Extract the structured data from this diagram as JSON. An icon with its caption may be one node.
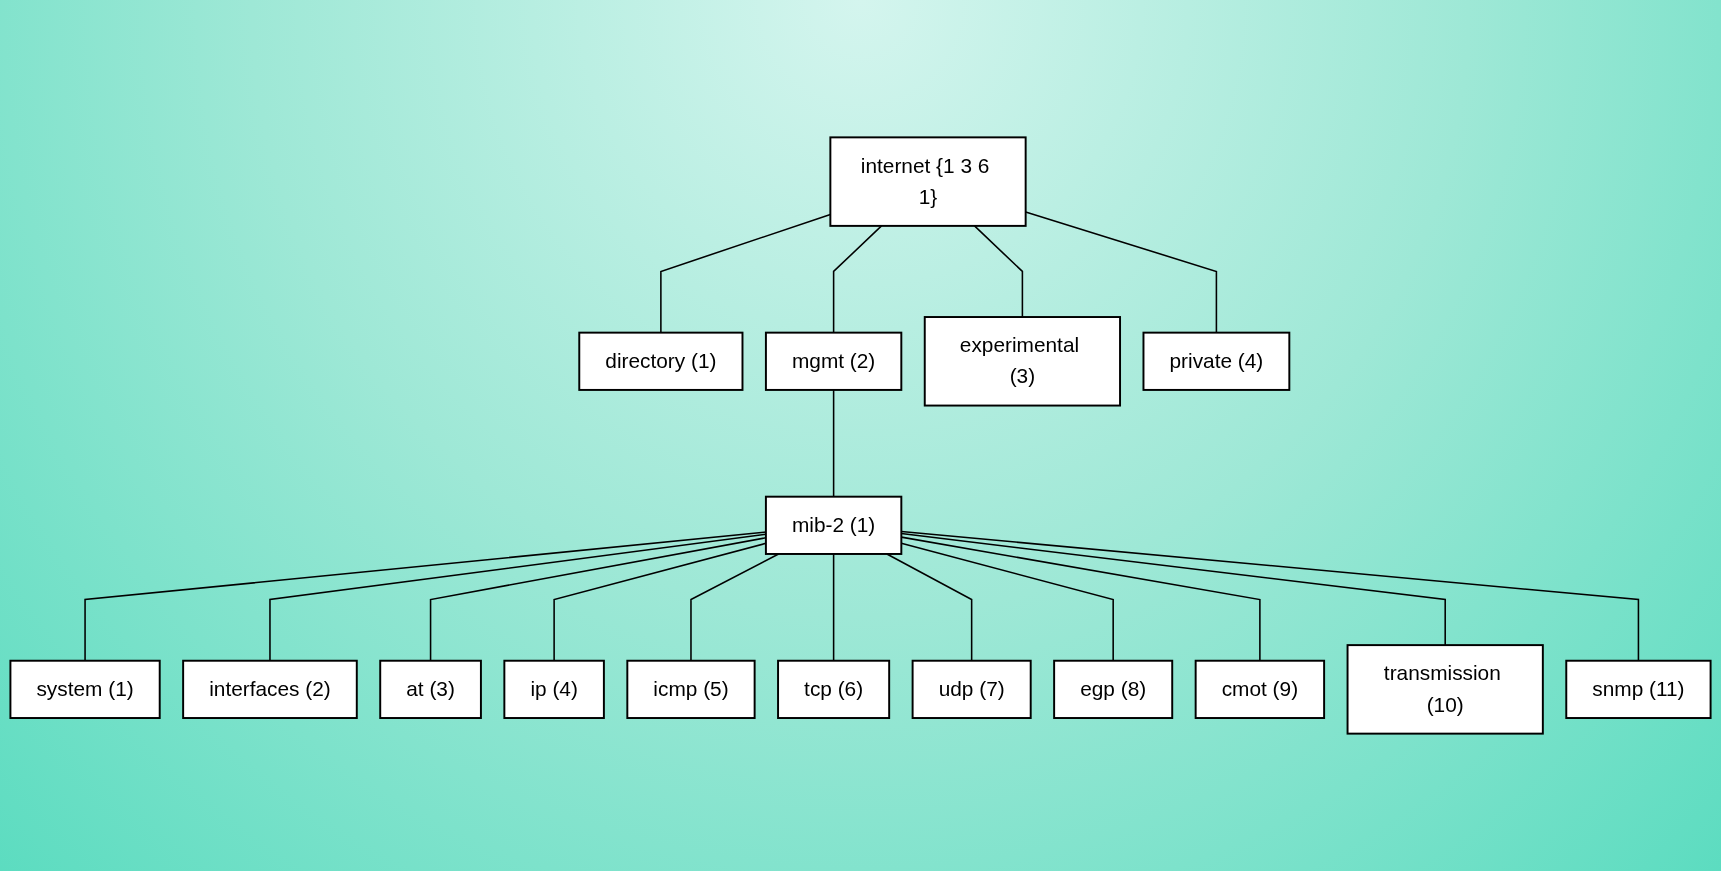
{
  "diagram": {
    "nodes": [
      {
        "text": [
          "internet {1 3 6 1}"
        ]
      },
      {
        "text": [
          "directory (1)"
        ]
      },
      {
        "text": [
          "mgmt (2)"
        ]
      },
      {
        "text": [
          "experimental (3)"
        ]
      },
      {
        "text": [
          "private (4)"
        ]
      },
      {
        "text": [
          "mib-2 (1)"
        ]
      },
      {
        "text": [
          "system (1)"
        ]
      },
      {
        "text": [
          "interfaces (2)"
        ]
      },
      {
        "text": [
          "at (3)"
        ]
      },
      {
        "text": [
          "ip (4)"
        ]
      },
      {
        "text": [
          "icmp (5)"
        ]
      },
      {
        "text": [
          "tcp (6)"
        ]
      },
      {
        "text": [
          "udp (7)"
        ]
      },
      {
        "text": [
          "egp (8)"
        ]
      },
      {
        "text": [
          "cmot (9)"
        ]
      },
      {
        "text": [
          "transmission (10)"
        ]
      },
      {
        "text": [
          "snmp (11)"
        ]
      }
    ],
    "edges": [
      {
        "from": 0,
        "to": 1,
        "arrow": "none"
      },
      {
        "from": 0,
        "to": 2,
        "arrow": "none"
      },
      {
        "from": 0,
        "to": 3,
        "arrow": "none"
      },
      {
        "from": 0,
        "to": 4,
        "arrow": "none"
      },
      {
        "from": 2,
        "to": 5,
        "arrow": "none"
      },
      {
        "from": 5,
        "to": 6,
        "arrow": "none"
      },
      {
        "from": 5,
        "to": 7,
        "arrow": "none"
      },
      {
        "from": 5,
        "to": 8,
        "arrow": "none"
      },
      {
        "from": 5,
        "to": 9,
        "arrow": "none"
      },
      {
        "from": 5,
        "to": 10,
        "arrow": "none"
      },
      {
        "from": 5,
        "to": 11,
        "arrow": "none"
      },
      {
        "from": 5,
        "to": 12,
        "arrow": "none"
      },
      {
        "from": 5,
        "to": 13,
        "arrow": "none"
      },
      {
        "from": 5,
        "to": 14,
        "arrow": "none"
      },
      {
        "from": 5,
        "to": 15,
        "arrow": "none"
      },
      {
        "from": 5,
        "to": 16,
        "arrow": "none"
      }
    ]
  }
}
